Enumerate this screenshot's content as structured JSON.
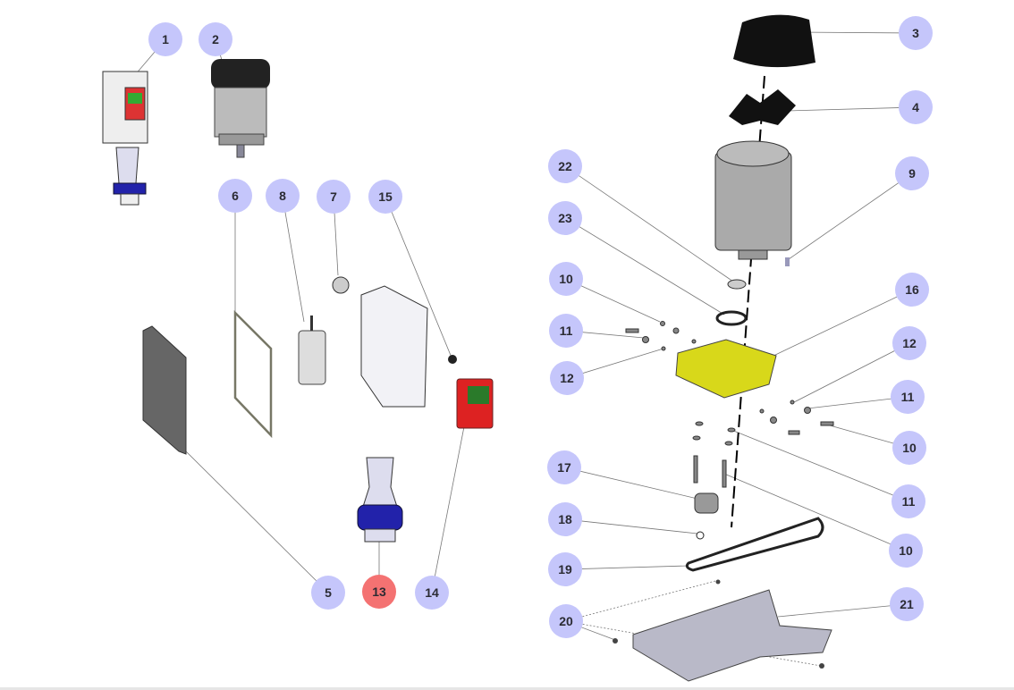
{
  "diagram": {
    "title": "Exploded parts diagram",
    "highlight_color": "#f47272",
    "badge_color": "#c5c6fb",
    "callouts": [
      {
        "id": "c1",
        "label": "1",
        "part": "switch-box-with-plug"
      },
      {
        "id": "c2",
        "label": "2",
        "part": "motor-assembly"
      },
      {
        "id": "c3",
        "label": "3",
        "part": "fan-cover"
      },
      {
        "id": "c4",
        "label": "4",
        "part": "fan"
      },
      {
        "id": "c5",
        "label": "5",
        "part": "box-lid"
      },
      {
        "id": "c6",
        "label": "6",
        "part": "gasket"
      },
      {
        "id": "c7",
        "label": "7",
        "part": "cable-gland"
      },
      {
        "id": "c8",
        "label": "8",
        "part": "capacitor"
      },
      {
        "id": "c9",
        "label": "9",
        "part": "key"
      },
      {
        "id": "c10a",
        "label": "10",
        "part": "bolt"
      },
      {
        "id": "c10b",
        "label": "10",
        "part": "bolt"
      },
      {
        "id": "c10c",
        "label": "10",
        "part": "bolt"
      },
      {
        "id": "c11a",
        "label": "11",
        "part": "washer"
      },
      {
        "id": "c11b",
        "label": "11",
        "part": "washer"
      },
      {
        "id": "c11c",
        "label": "11",
        "part": "washer"
      },
      {
        "id": "c12a",
        "label": "12",
        "part": "nut"
      },
      {
        "id": "c12b",
        "label": "12",
        "part": "nut"
      },
      {
        "id": "c13",
        "label": "13",
        "part": "plug",
        "active": true
      },
      {
        "id": "c14",
        "label": "14",
        "part": "switch"
      },
      {
        "id": "c15",
        "label": "15",
        "part": "grommet"
      },
      {
        "id": "c16",
        "label": "16",
        "part": "motor-plate"
      },
      {
        "id": "c17",
        "label": "17",
        "part": "pulley"
      },
      {
        "id": "c18",
        "label": "18",
        "part": "circlip"
      },
      {
        "id": "c19",
        "label": "19",
        "part": "belt"
      },
      {
        "id": "c20",
        "label": "20",
        "part": "screw"
      },
      {
        "id": "c21",
        "label": "21",
        "part": "belt-guard"
      },
      {
        "id": "c22",
        "label": "22",
        "part": "bearing"
      },
      {
        "id": "c23",
        "label": "23",
        "part": "seal-ring"
      }
    ]
  }
}
